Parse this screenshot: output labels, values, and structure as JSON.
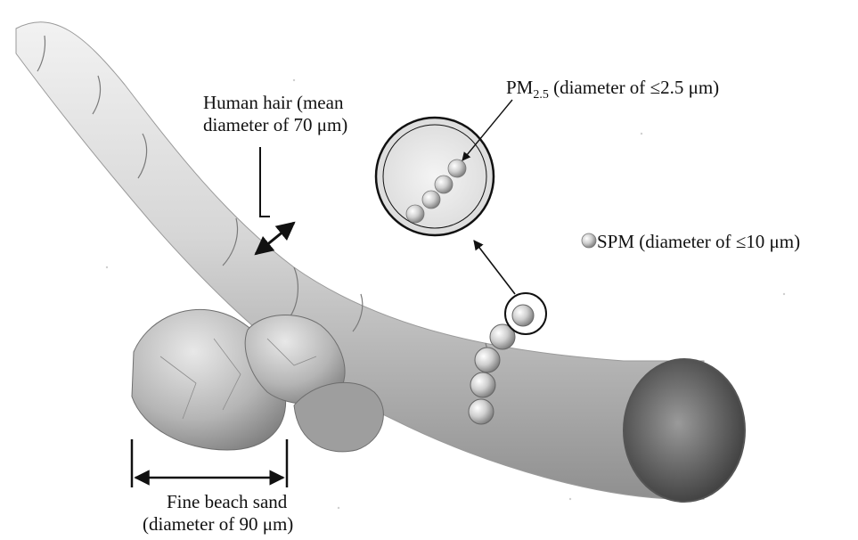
{
  "diagram": {
    "labels": {
      "hair": {
        "line1": "Human hair (mean",
        "line2": "diameter of 70 μm)"
      },
      "pm25": {
        "prefix": "PM",
        "subscript": "2.5",
        "suffix": " (diameter of ≤2.5 μm)"
      },
      "spm": {
        "text": "SPM (diameter of ≤10 μm)"
      },
      "sand": {
        "line1": "Fine beach sand",
        "line2": "(diameter of 90 μm)"
      }
    },
    "colors": {
      "ink": "#111111",
      "hair_fill": "#d9d9d9",
      "hair_shadow": "#8a8a8a",
      "sand_fill": "#bdbdbd",
      "particle_fill": "#c8c8c8"
    }
  }
}
